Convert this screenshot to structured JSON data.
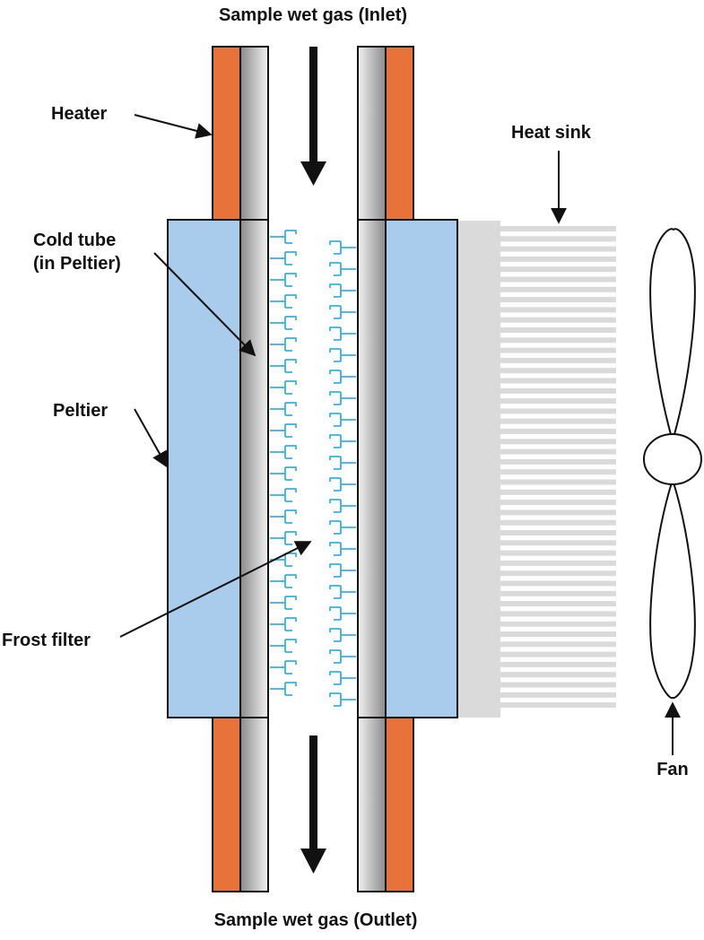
{
  "labels": {
    "inlet": "Sample wet gas (Inlet)",
    "outlet": "Sample wet gas (Outlet)",
    "heater": "Heater",
    "cold_tube_line1": "Cold tube",
    "cold_tube_line2": "(in Peltier)",
    "peltier": "Peltier",
    "frost_filter": "Frost filter",
    "heat_sink": "Heat sink",
    "fan": "Fan"
  },
  "colors": {
    "heater": "#E8733A",
    "peltier": "#A9CBEC",
    "heat_sink": "#DADADA",
    "frost_filter": "#3AB0DA",
    "outline": "#111111"
  }
}
